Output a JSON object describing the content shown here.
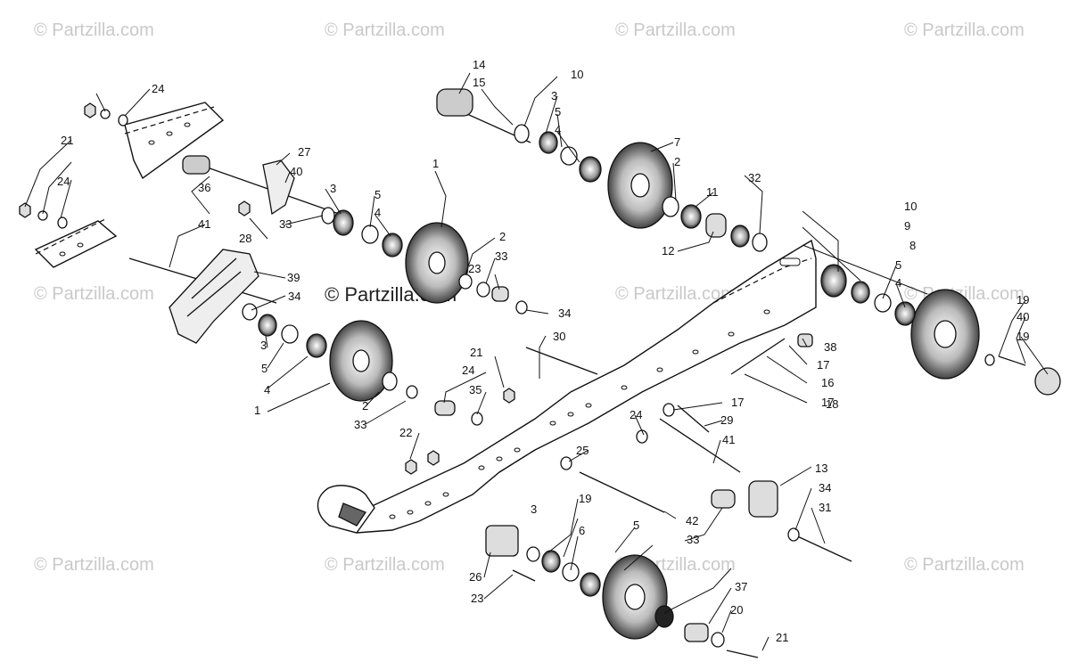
{
  "watermarks": {
    "corner": "© Partzilla.com",
    "center": "© Partzilla.com"
  },
  "callouts": [
    "1",
    "1",
    "2",
    "2",
    "2",
    "3",
    "3",
    "3",
    "3",
    "4",
    "4",
    "4",
    "4",
    "5",
    "5",
    "5",
    "5",
    "5",
    "6",
    "7",
    "8",
    "9",
    "10",
    "10",
    "11",
    "12",
    "13",
    "14",
    "15",
    "16",
    "17",
    "17",
    "17",
    "18",
    "19",
    "19",
    "19",
    "20",
    "21",
    "21",
    "21",
    "22",
    "23",
    "23",
    "24",
    "24",
    "24",
    "24",
    "25",
    "26",
    "27",
    "28",
    "29",
    "30",
    "31",
    "32",
    "33",
    "33",
    "33",
    "33",
    "34",
    "34",
    "34",
    "35",
    "36",
    "37",
    "38",
    "39",
    "40",
    "40",
    "41",
    "41",
    "42"
  ],
  "colors": {
    "line": "#111111",
    "watermark": "#c9c9c9",
    "background": "#ffffff"
  }
}
